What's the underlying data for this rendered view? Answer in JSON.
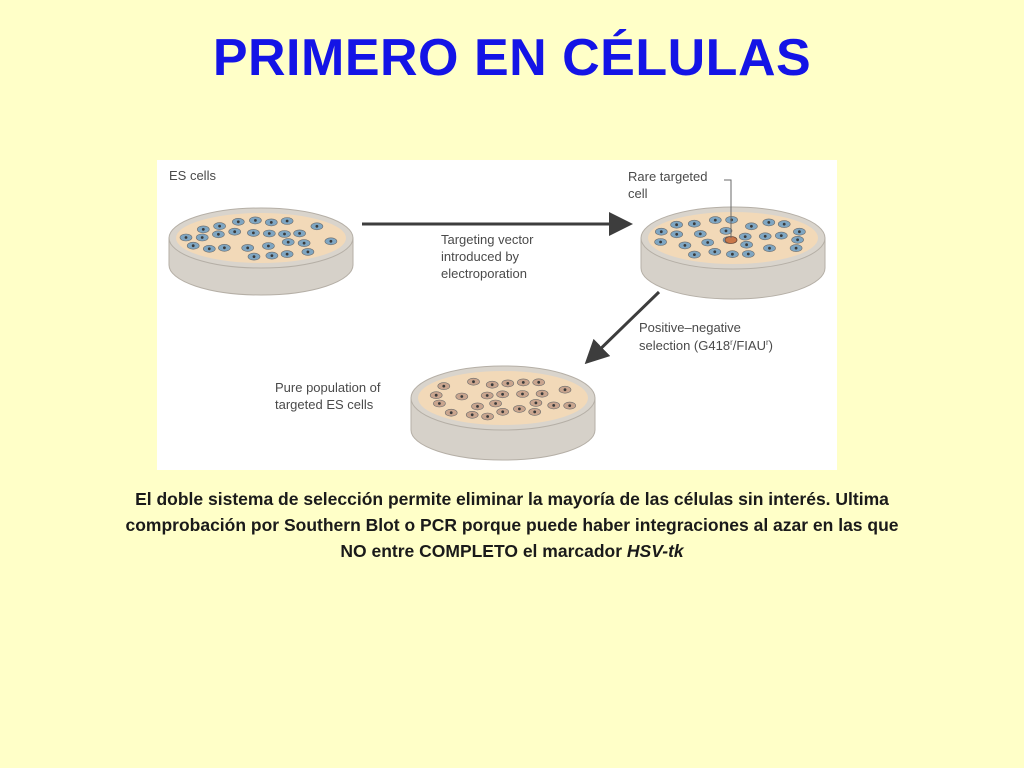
{
  "slide": {
    "title": "PRIMERO EN CÉLULAS",
    "caption_line1": "El doble sistema de selección permite eliminar la mayoría de las células sin interés. Ultima",
    "caption_line2": "comprobación por Southern Blot o PCR porque puede haber integraciones al azar en las que",
    "caption_line3_prefix": "NO entre COMPLETO el marcador ",
    "caption_line3_marker": "HSV-tk"
  },
  "figure": {
    "es_cells_label": "ES cells",
    "rare_targeted_line1": "Rare targeted",
    "rare_targeted_line2": "cell",
    "vector_line1": "Targeting vector",
    "vector_line2": "introduced by",
    "vector_line3": "electroporation",
    "selection_line1": "Positive–negative",
    "selection_line2_a": "selection (G418",
    "selection_sup1": "r",
    "selection_line2_b": "/FIAU",
    "selection_sup2": "r",
    "selection_line2_c": ")",
    "pure_line1": "Pure population of",
    "pure_line2": "targeted ES cells",
    "colors": {
      "dish_rim": "#C7C2BA",
      "dish_fill": "#F2D9B8",
      "es_cell": "#7FA6C2",
      "targeted_cell": "#C9A58E",
      "rare_cell": "#C9774A",
      "arrow": "#3D3D3D"
    }
  }
}
